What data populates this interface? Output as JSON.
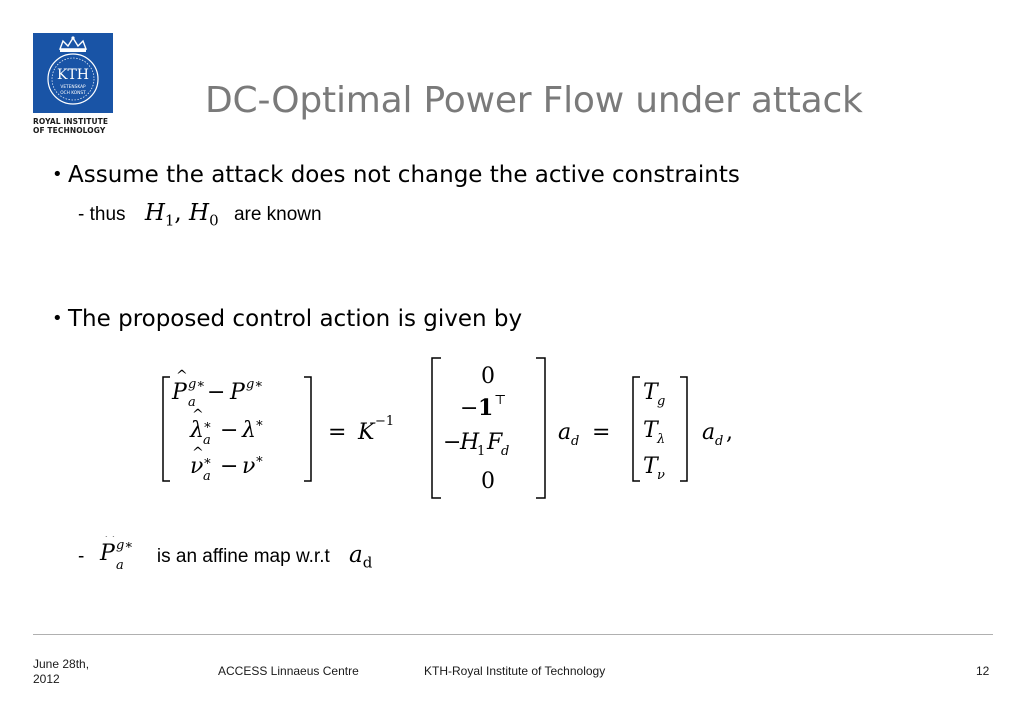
{
  "slide": {
    "title": "DC-Optimal Power Flow under attack",
    "bullets": [
      {
        "text": "Assume the attack does not change the active constraints",
        "sub_prefix": "- thus",
        "sub_suffix": "are known"
      },
      {
        "text": "The proposed control action is given by",
        "sub_prefix": "-",
        "sub_suffix": "is an affine map w.r.t"
      }
    ],
    "bullet_symbol": "•"
  },
  "logo": {
    "text": "KTH",
    "subtext_1": "VETENSKAP",
    "subtext_2": "OCH KONST",
    "caption_line1": "ROYAL INSTITUTE",
    "caption_line2": "OF TECHNOLOGY",
    "color": "#1954a6"
  },
  "footer": {
    "date": "June 28th, 2012",
    "centre": "ACCESS Linnaeus Centre",
    "institution": "KTH-Royal Institute of Technology",
    "page_number": "12"
  },
  "colors": {
    "title": "#7a7a7a",
    "rule": "#b0b0b0"
  }
}
